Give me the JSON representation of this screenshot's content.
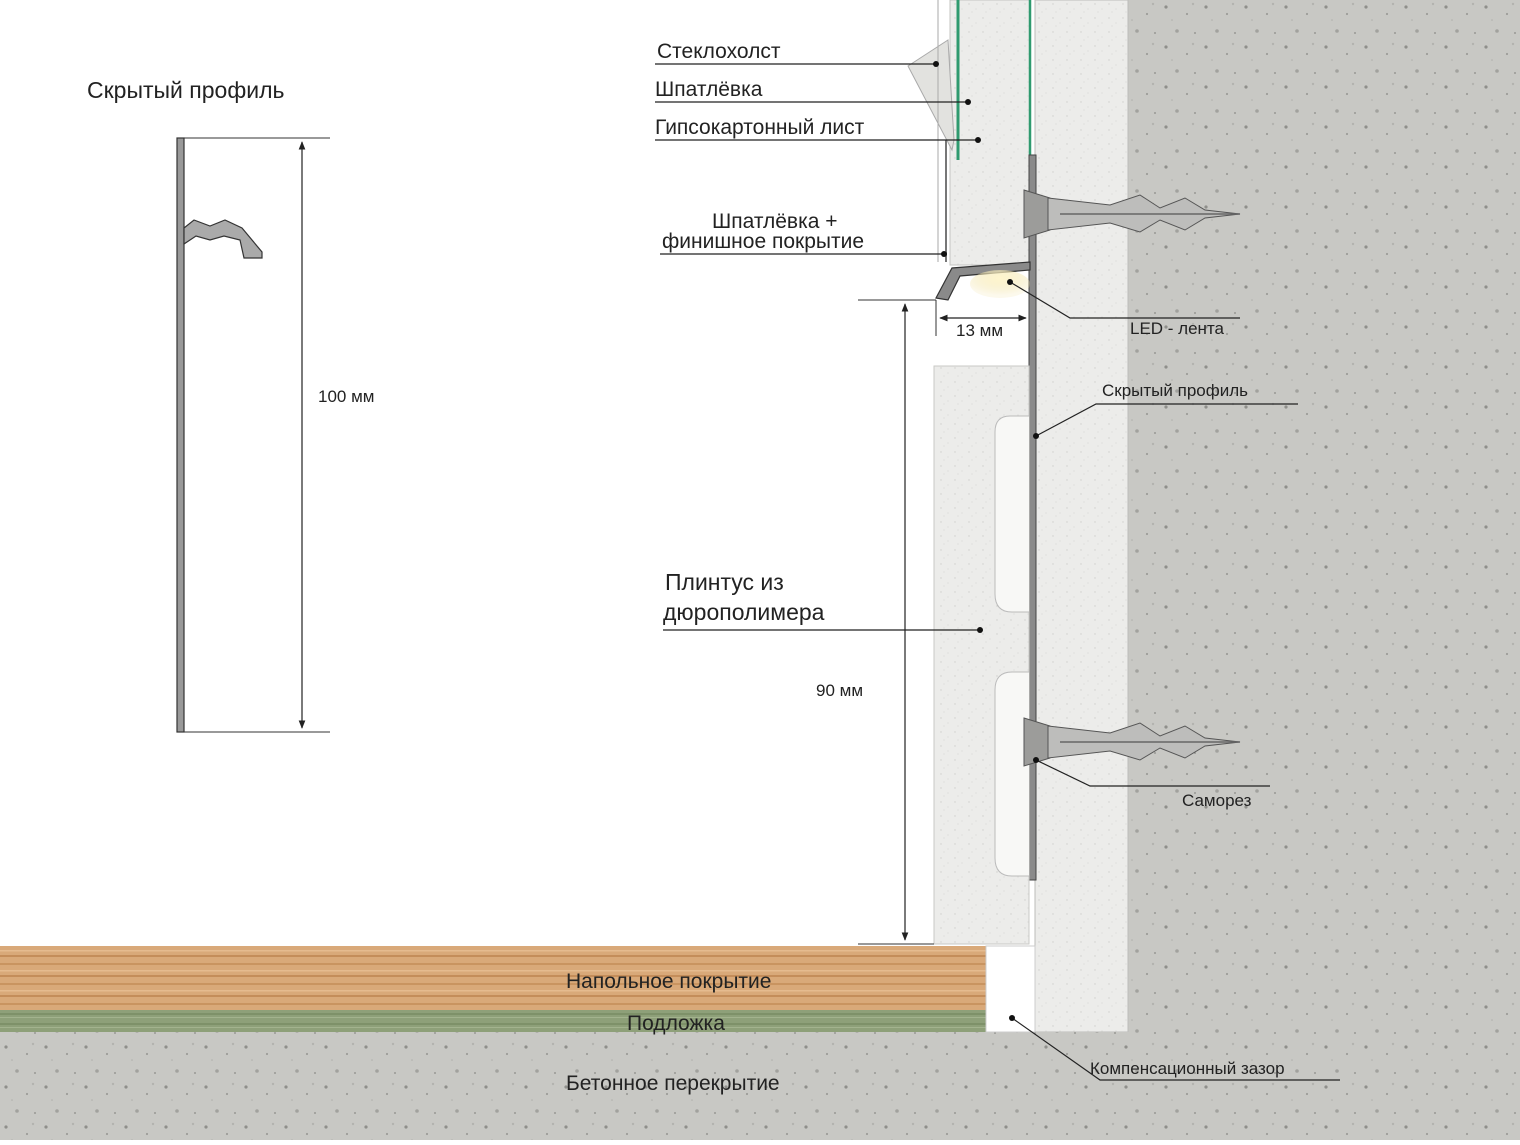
{
  "profile_title": "Скрытый профиль",
  "profile_height": "100 мм",
  "labels": {
    "fiberglass": "Стеклохолст",
    "putty": "Шпатлёвка",
    "drywall": "Гипсокартонный лист",
    "putty_finish_line1": "Шпатлёвка +",
    "putty_finish_line2": "финишное покрытие",
    "gap_13": "13 мм",
    "led": "LED - лента",
    "hidden_profile": "Скрытый профиль",
    "skirting_line1": "Плинтус из",
    "skirting_line2": "дюрополимера",
    "height_90": "90 мм",
    "screw": "Саморез",
    "floor_cover": "Напольное покрытие",
    "underlay": "Подложка",
    "slab": "Бетонное перекрытие",
    "gap": "Компенсационный зазор"
  },
  "colors": {
    "concrete": "#c9c9c5",
    "plaster": "#ebebe8",
    "wood": "#d9a979",
    "underlay": "#8fa27a",
    "glass_green": "#2f9a6f",
    "led_glow": "#f3e3a8",
    "profile_metal": "#8a8a8a"
  }
}
